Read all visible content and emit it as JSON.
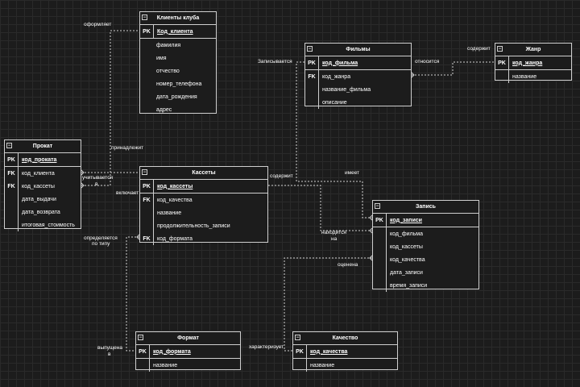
{
  "entities": {
    "clients": {
      "title": "Клиенты клуба",
      "rows": [
        {
          "key": "PK",
          "name": "Код_клиента"
        },
        {
          "key": "",
          "name": "фамилия"
        },
        {
          "key": "",
          "name": "имя"
        },
        {
          "key": "",
          "name": "отчество"
        },
        {
          "key": "",
          "name": "номер_телефона"
        },
        {
          "key": "",
          "name": "дата_рождения"
        },
        {
          "key": "",
          "name": "адрес"
        }
      ]
    },
    "films": {
      "title": "Фильмы",
      "rows": [
        {
          "key": "PK",
          "name": "код_фильма"
        },
        {
          "key": "FK",
          "name": "код_жанра"
        },
        {
          "key": "",
          "name": "название_фильма"
        },
        {
          "key": "",
          "name": "описание"
        }
      ]
    },
    "genre": {
      "title": "Жанр",
      "rows": [
        {
          "key": "PK",
          "name": "код_жанра"
        },
        {
          "key": "",
          "name": "название"
        }
      ]
    },
    "rental": {
      "title": "Прокат",
      "rows": [
        {
          "key": "PK",
          "name": "код_проката"
        },
        {
          "key": "FK",
          "name": "код_клиента"
        },
        {
          "key": "FK",
          "name": "код_кассеты"
        },
        {
          "key": "",
          "name": "дата_выдачи"
        },
        {
          "key": "",
          "name": "дата_возврата"
        },
        {
          "key": "",
          "name": "итоговая_стоимость"
        }
      ]
    },
    "cassettes": {
      "title": "Кассеты",
      "rows": [
        {
          "key": "PK",
          "name": "код_кассеты"
        },
        {
          "key": "FK",
          "name": "код_качества"
        },
        {
          "key": "",
          "name": "название"
        },
        {
          "key": "",
          "name": "продолжительность_записи"
        },
        {
          "key": "FK",
          "name": "код_формата"
        }
      ]
    },
    "record": {
      "title": "Запись",
      "rows": [
        {
          "key": "PK",
          "name": "код_записи"
        },
        {
          "key": "",
          "name": "код_фильма"
        },
        {
          "key": "",
          "name": "код_кассеты"
        },
        {
          "key": "",
          "name": "код_качества"
        },
        {
          "key": "",
          "name": "дата_записи"
        },
        {
          "key": "",
          "name": "время_записи"
        }
      ]
    },
    "format": {
      "title": "Формат",
      "rows": [
        {
          "key": "PK",
          "name": "код_формата"
        },
        {
          "key": "",
          "name": "название"
        }
      ]
    },
    "quality": {
      "title": "Качество",
      "rows": [
        {
          "key": "PK",
          "name": "код_качества"
        },
        {
          "key": "",
          "name": "название"
        }
      ]
    }
  },
  "relationship_labels": {
    "oformlyaet": "оформляет",
    "prinadlezhit": "принадлежит",
    "zapisyvaetsya": "Записывается",
    "otnositsya": "относится",
    "soderzhit_genre": "содержит",
    "uchityvaetsya": "учитывается",
    "v": "в",
    "vklyuchaet": "включает",
    "soderzhit_cass": "содержит",
    "imeet": "имеет",
    "nahoditsya": "находится",
    "na": "на",
    "otsenena": "оценена",
    "opredelyaetsya": "определяется",
    "po_tipu": "по типу",
    "vypushchena": "выпущена",
    "v2": "в",
    "harakterizuet": "характеризует"
  },
  "collapse_glyph": "−"
}
